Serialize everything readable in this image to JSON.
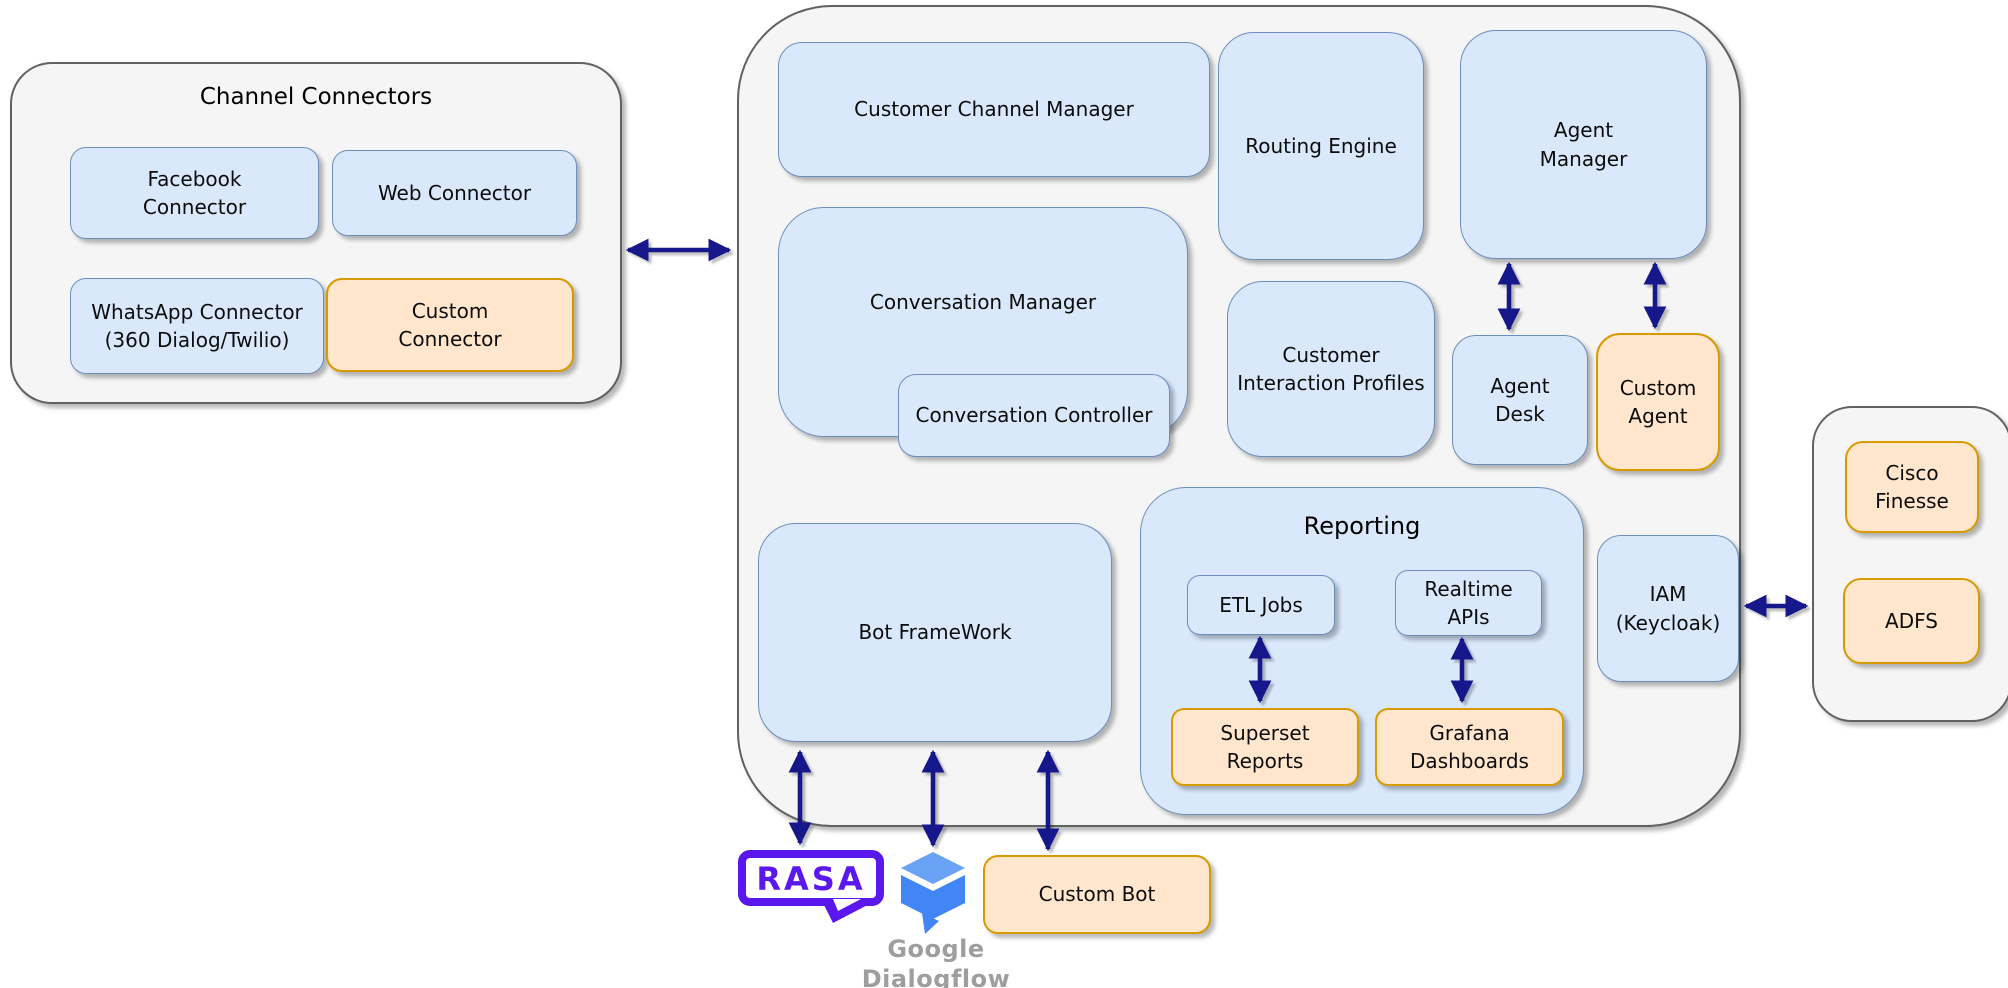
{
  "channel_connectors": {
    "title": "Channel Connectors",
    "facebook": "Facebook\nConnector",
    "web": "Web Connector",
    "whatsapp": "WhatsApp Connector\n(360 Dialog/Twilio)",
    "custom": "Custom\nConnector"
  },
  "platform": {
    "customer_channel_manager": "Customer Channel Manager",
    "routing_engine": "Routing Engine",
    "agent_manager": "Agent\nManager",
    "conversation_manager": "Conversation Manager",
    "conversation_controller": "Conversation Controller",
    "customer_interaction_profiles": "Customer\nInteraction Profiles",
    "agent_desk": "Agent\nDesk",
    "custom_agent": "Custom\nAgent",
    "bot_framework": "Bot FrameWork",
    "iam": "IAM\n(Keycloak)"
  },
  "reporting": {
    "title": "Reporting",
    "etl_jobs": "ETL Jobs",
    "realtime_apis": "Realtime\nAPIs",
    "superset_reports": "Superset\nReports",
    "grafana_dashboards": "Grafana\nDashboards"
  },
  "external_auth": {
    "cisco_finesse": "Cisco\nFinesse",
    "adfs": "ADFS"
  },
  "external_bots": {
    "rasa": "RASA",
    "google_dialogflow": "Google\nDialogflow",
    "custom_bot": "Custom Bot"
  },
  "connections": [
    {
      "from": "Channel Connectors",
      "to": "Platform",
      "bidirectional": true
    },
    {
      "from": "Agent Manager",
      "to": "Agent Desk",
      "bidirectional": true
    },
    {
      "from": "Agent Manager",
      "to": "Custom Agent",
      "bidirectional": true
    },
    {
      "from": "ETL Jobs",
      "to": "Superset Reports",
      "bidirectional": true
    },
    {
      "from": "Realtime APIs",
      "to": "Grafana Dashboards",
      "bidirectional": true
    },
    {
      "from": "IAM (Keycloak)",
      "to": "External Auth",
      "bidirectional": true
    },
    {
      "from": "Bot FrameWork",
      "to": "RASA",
      "bidirectional": true
    },
    {
      "from": "Bot FrameWork",
      "to": "Google Dialogflow",
      "bidirectional": true
    },
    {
      "from": "Bot FrameWork",
      "to": "Custom Bot",
      "bidirectional": true
    }
  ],
  "colors": {
    "blue_fill": "#dae8fc",
    "blue_border": "#6c8ebf",
    "orange_fill": "#ffe6cc",
    "orange_border": "#d79b00",
    "container_fill": "#f5f5f5",
    "container_border": "#616161",
    "arrow": "#17178c",
    "rasa_purple": "#5a17ee",
    "dialogflow_blue": "#4285f4",
    "dialogflow_light_blue": "#6aa2f5",
    "external_label_gray": "#9e9e9e"
  }
}
